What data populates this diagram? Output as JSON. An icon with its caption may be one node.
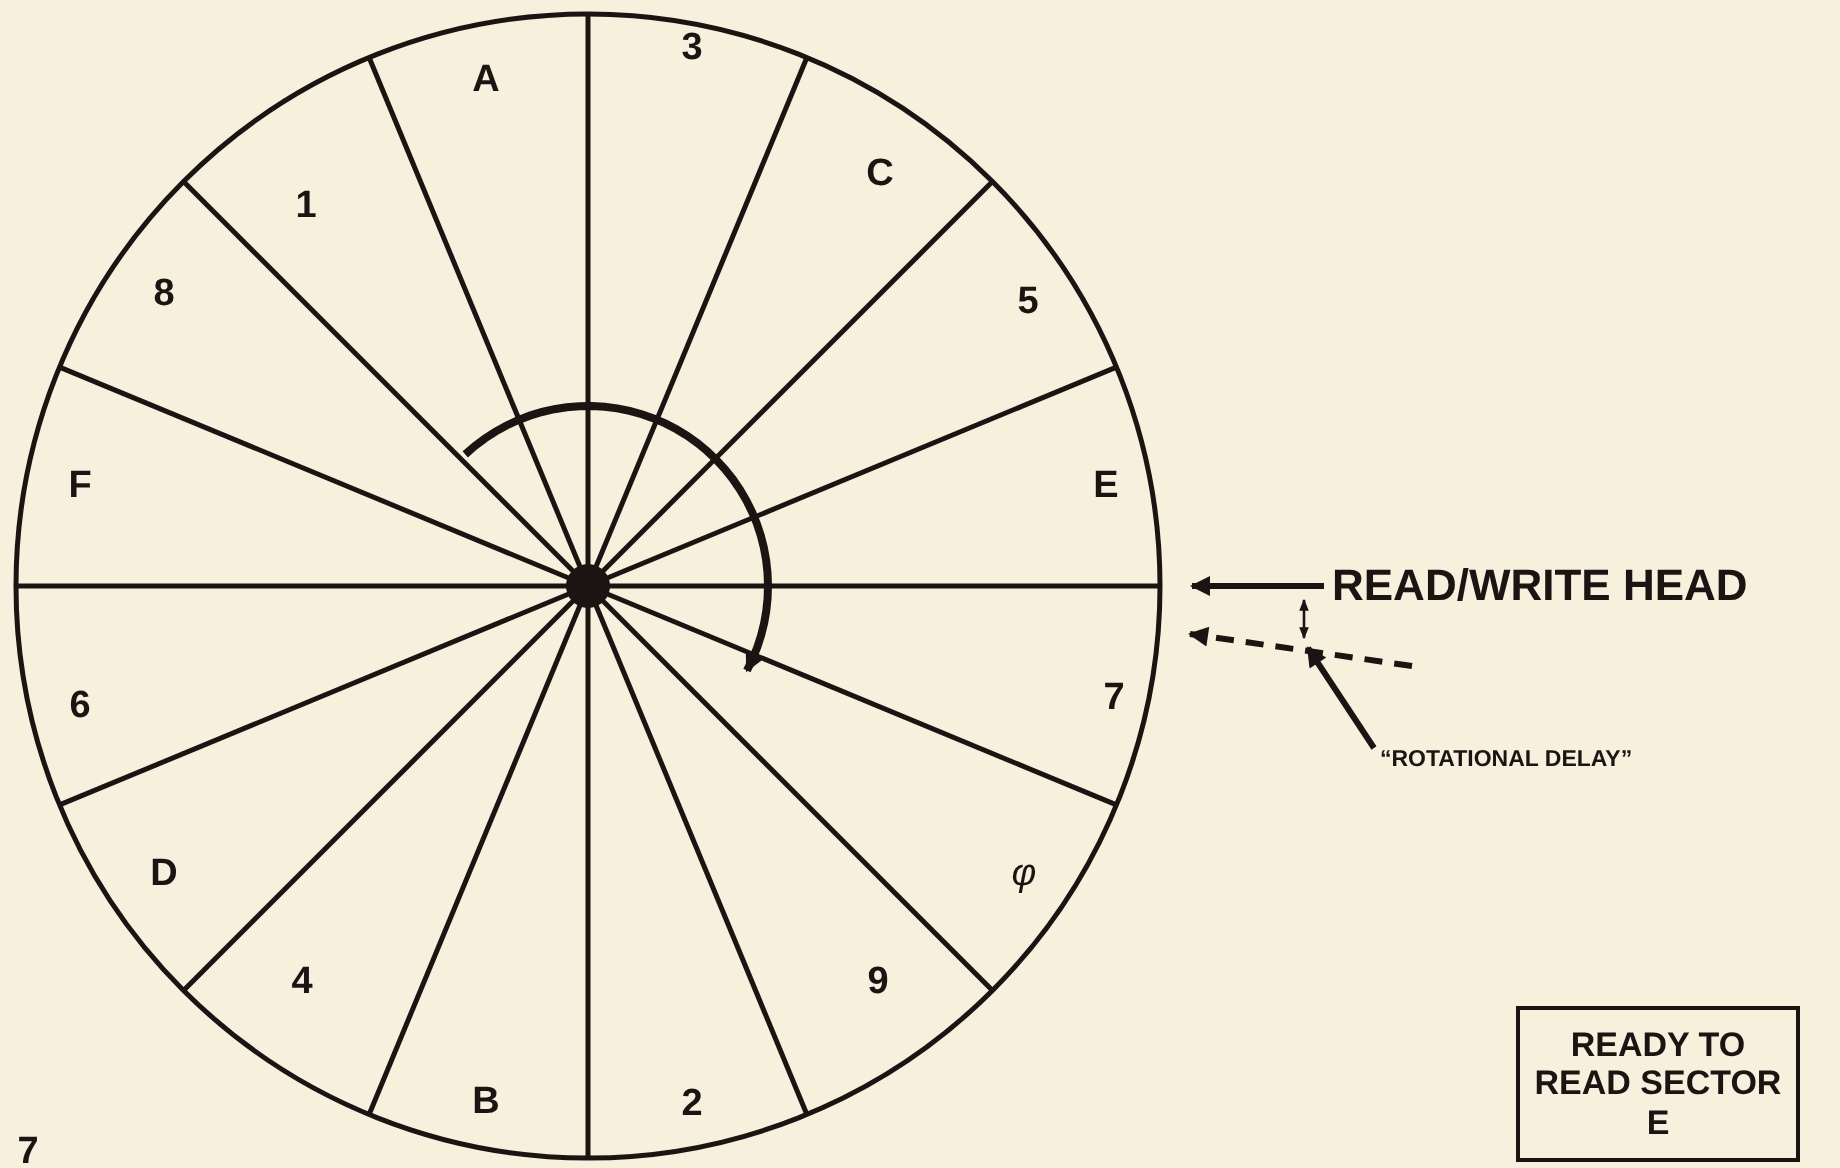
{
  "diagram": {
    "nodes": [
      {
        "text": [],
        "shape": "circle"
      },
      {
        "text": [
          "READ/WRITE HEAD"
        ]
      },
      {
        "text": [
          "“ROTATIONAL DELAY”"
        ]
      },
      {
        "text": [
          "READY TO READ SECTOR E"
        ]
      },
      {
        "text": [],
        "shape": "line"
      }
    ],
    "edges": [
      {
        "from": 1,
        "to": 0,
        "arrow": "to"
      },
      {
        "from": null,
        "to": 0,
        "arrow": "to",
        "style": "dashed"
      },
      {
        "from": 2,
        "to": 4,
        "arrow": "to"
      }
    ],
    "labels": [
      "A",
      "3",
      "1",
      "C",
      "8",
      "5",
      "F",
      "E",
      "6",
      "7",
      "D",
      "φ",
      "4",
      "9",
      "B",
      "2",
      "7"
    ]
  }
}
